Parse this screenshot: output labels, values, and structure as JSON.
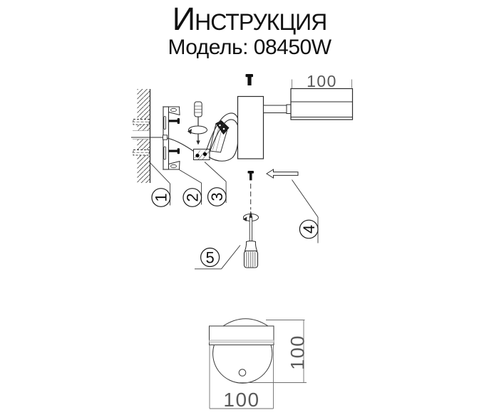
{
  "header": {
    "title_initial": "И",
    "title_rest": "НСТРУКЦИЯ",
    "model": "Модель: 08450W"
  },
  "callouts": {
    "c1": "1",
    "c2": "2",
    "c3": "3",
    "c4": "4",
    "c5": "5"
  },
  "dimensions": {
    "lamp_length": "100",
    "base_height": "100",
    "base_width": "100"
  },
  "colors": {
    "drawing_line": "#2b2b2b",
    "dimension_line": "#777777",
    "dimension_text": "#5a5a5a",
    "fill_black": "#111111"
  }
}
